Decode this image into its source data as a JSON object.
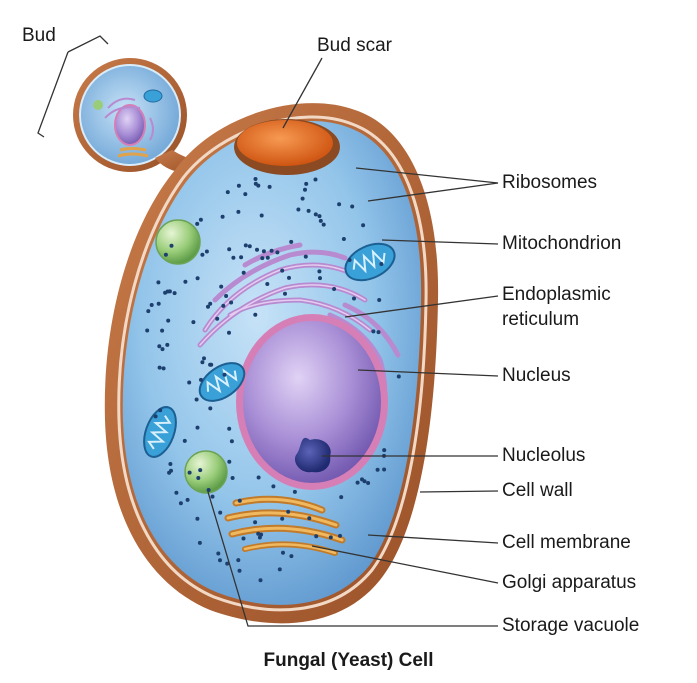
{
  "labels": {
    "bud": "Bud",
    "bud_scar": "Bud scar",
    "ribosomes": "Ribosomes",
    "mitochondrion": "Mitochondrion",
    "er_line1": "Endoplasmic",
    "er_line2": "reticulum",
    "nucleus": "Nucleus",
    "nucleolus": "Nucleolus",
    "cell_wall": "Cell wall",
    "cell_membrane": "Cell membrane",
    "golgi": "Golgi apparatus",
    "storage_vacuole": "Storage vacuole"
  },
  "caption": "Fungal (Yeast) Cell",
  "colors": {
    "cell_wall": "#b5673a",
    "cytoplasm": "#8fc3ea",
    "nucleus": "#a98fd6",
    "nuclear_envelope": "#d67fb6",
    "er": "#b88ad0",
    "mitochondria": "#3aa0d8",
    "golgi": "#e0a24a",
    "bud_scar": "#e06a1c",
    "vacuole": "#8cc66e"
  }
}
